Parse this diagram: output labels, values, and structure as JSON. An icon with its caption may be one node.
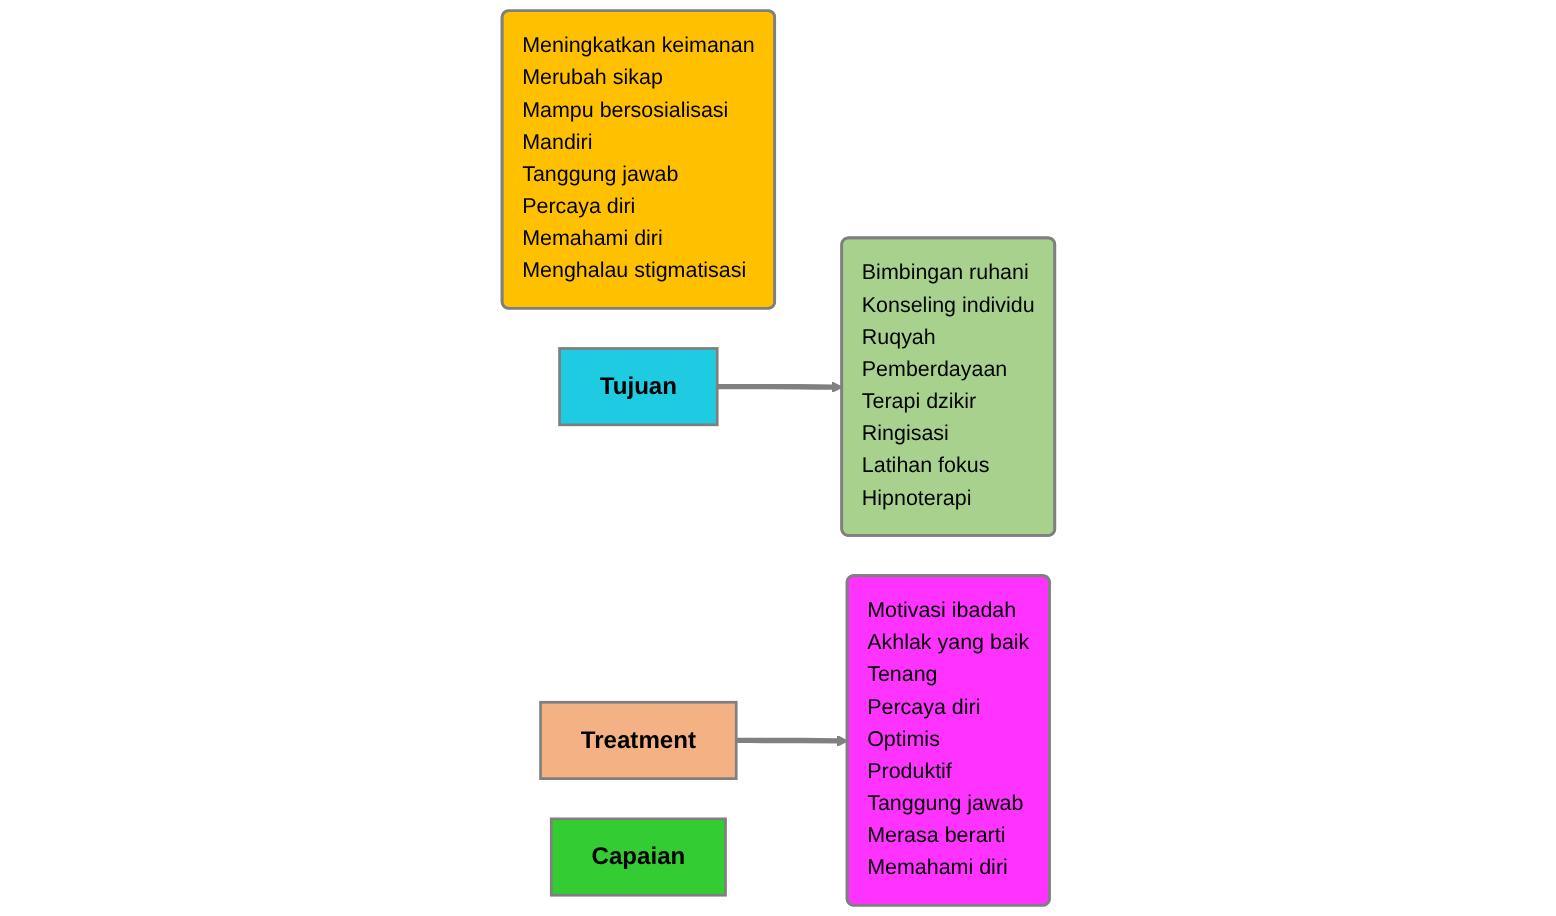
{
  "diagram": {
    "nodes": [
      {
        "text": [
          "Meningkatkan keimanan",
          "Merubah sikap",
          "Mampu bersosialisasi",
          "Mandiri",
          "Tanggung jawab",
          "Percaya diri",
          "Memahami diri",
          "Menghalau stigmatisasi"
        ]
      },
      {
        "text": [
          "Tujuan"
        ]
      },
      {
        "text": [
          "Treatment"
        ]
      },
      {
        "text": [
          "Bimbingan ruhani",
          "Konseling individu",
          "Ruqyah",
          "Pemberdayaan",
          "Terapi dzikir",
          "Ringisasi",
          "Latihan fokus",
          "Hipnoterapi"
        ]
      },
      {
        "text": [
          "Motivasi ibadah",
          "Akhlak yang baik",
          "Tenang",
          "Percaya diri",
          "Optimis",
          "Produktif",
          "Tanggung jawab",
          "Merasa berarti",
          "Memahami diri"
        ]
      },
      {
        "text": [
          "Capaian"
        ]
      }
    ],
    "edges": [
      {
        "from": 1,
        "to": 3,
        "arrow": "to"
      },
      {
        "from": 2,
        "to": 4,
        "arrow": "to"
      }
    ]
  }
}
